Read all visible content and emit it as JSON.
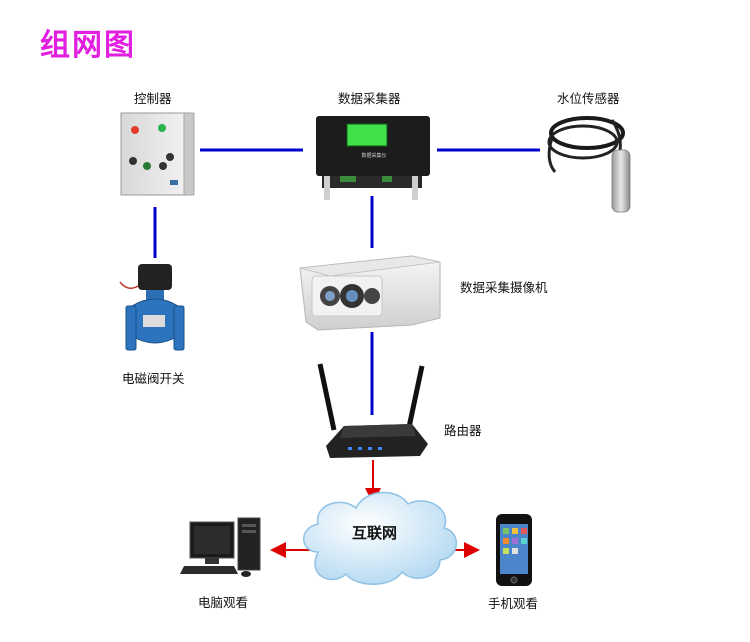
{
  "title": "组网图",
  "nodes": {
    "controller": "控制器",
    "collector": "数据采集器",
    "collector_screen": "数据采集仪",
    "sensor": "水位传感器",
    "camera": "数据采集摄像机",
    "valve": "电磁阀开关",
    "router": "路由器",
    "internet": "互联网",
    "pc": "电脑观看",
    "phone": "手机观看"
  },
  "colors": {
    "title": "#e21ee0",
    "link_line": "#0000cc",
    "arrow": "#dd0000",
    "cloud": "#bfe0f5"
  },
  "icons": {
    "controller": "control-cabinet-icon",
    "collector": "data-collector-icon",
    "sensor": "water-level-sensor-icon",
    "camera": "camera-icon",
    "valve": "solenoid-valve-icon",
    "router": "router-icon",
    "internet": "cloud-icon",
    "pc": "desktop-computer-icon",
    "phone": "smartphone-icon"
  }
}
